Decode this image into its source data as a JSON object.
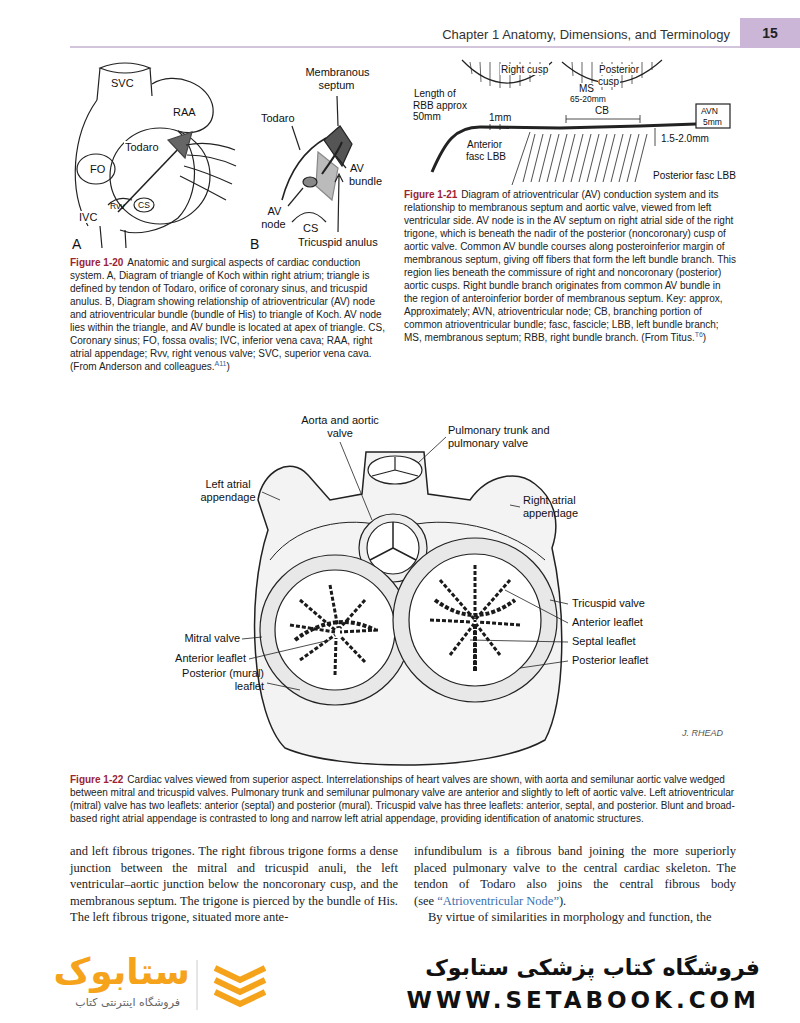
{
  "diagram": {
    "title": "Chapter 1 Anatomy, Dimensions, and Terminology",
    "nodes": [
      {
        "text": [
          "15"
        ]
      }
    ],
    "labels": [
      "SVC",
      "RAA",
      "Todaro",
      "FO",
      "Rvv",
      "CS",
      "IVC",
      "A",
      "Membranous septum",
      "Todaro",
      "AV bundle",
      "AV node",
      "CS",
      "Tricuspid anulus",
      "B",
      "Figure 1-20",
      "Anatomic and surgical aspects of cardiac conduction system. A, Diagram of triangle of Koch within right atrium; triangle is defined by tendon of Todaro, orifice of coronary sinus, and tricuspid anulus. B, Diagram showing relationship of atrioventricular (AV) node and atrioventricular bundle (bundle of His) to triangle of Koch. AV node lies within the triangle, and AV bundle is located at apex of triangle. CS, Coronary sinus; FO, fossa ovalis; IVC, inferior vena cava; RAA, right atrial appendage; Rvv, right venous valve; SVC, superior vena cava. (From Anderson and colleagues.",
      "A11",
      ")",
      "Right cusp",
      "Posterior cusp",
      "MS",
      "65-20mm",
      "CB",
      "AVN",
      "5mm",
      "Length of RBB approx 50mm",
      "1mm",
      "Anterior fasc LBB",
      "1.5-2.0mm",
      "Posterior fasc LBB",
      "Figure 1-21",
      "Diagram of atrioventricular (AV) conduction system and its relationship to membranous septum and aortic valve, viewed from left ventricular side. AV node is in the AV septum on right atrial side of the right trigone, which is beneath the nadir of the posterior (noncoronary) cusp of aortic valve. Common AV bundle courses along posteroinferior margin of membranous septum, giving off fibers that form the left bundle branch. This region lies beneath the commissure of right and noncoronary (posterior) aortic cusps. Right bundle branch originates from common AV bundle in the region of anteroinferior border of membranous septum. Key: approx, Approximately; AVN, atrioventricular node; CB, branching portion of common atrioventricular bundle; fasc, fascicle; LBB, left bundle branch; MS, membranous septum; RBB, right bundle branch. (From Titus.",
      "T6",
      ")",
      "Aorta and aortic valve",
      "Pulmonary trunk and pulmonary valve",
      "Left atrial appendage",
      "Right atrial appendage",
      "Tricuspid valve",
      "Anterior leaflet",
      "Septal leaflet",
      "Posterior leaflet",
      "Mitral valve",
      "Anterior leaflet",
      "Posterior (mural) leaflet",
      "J. RHEAD",
      "Figure 1-22",
      "Cardiac valves viewed from superior aspect. Interrelationships of heart valves are shown, with aorta and semilunar aortic valve wedged between mitral and tricuspid valves. Pulmonary trunk and semilunar pulmonary valve are anterior and slightly to left of aortic valve. Left atrioventricular (mitral) valve has two leaflets: anterior (septal) and posterior (mural). Tricuspid valve has three leaflets: anterior, septal, and posterior. Blunt and broad-based right atrial appendage is contrasted to long and narrow left atrial appendage, providing identification of anatomic structures.",
      "and left fibrous trigones. The right fibrous trigone forms a dense junction between the mitral and tricuspid anuli, the left ventricular–aortic junction below the noncoronary cusp, and the membranous septum. The trigone is pierced by the bundle of His. The left fibrous trigone, situated more ante-",
      "infundibulum is a fibrous band joining the more superiorly placed pulmonary valve to the central cardiac skeleton. The tendon of Todaro also joins the central fibrous body (see",
      "“Atrioventricular Node”",
      ").",
      "By virtue of similarities in morphology and function, the",
      "ستابوک",
      "فروشگاه اینترنتی کتاب",
      "فروشگاه کتاب پزشکی ستابوک",
      "WWW.SETABOOK.COM"
    ]
  }
}
